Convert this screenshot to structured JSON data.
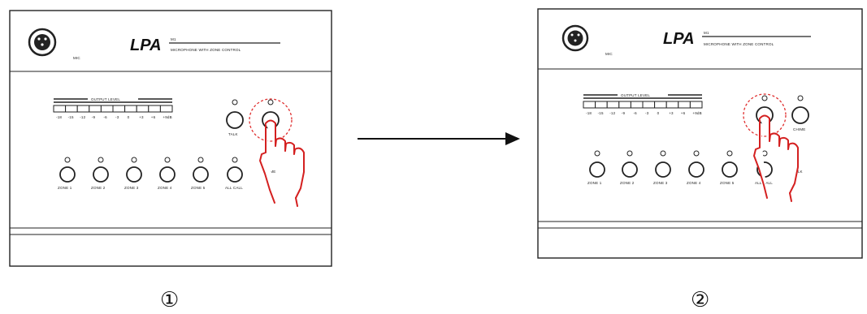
{
  "panel": {
    "brand": "LPA",
    "model": "M1",
    "subtitle": "MICROPHONE WITH ZONE CONTROL",
    "mic_label": "MIC",
    "meter_label": "OUTPUT LEVEL",
    "meter_scale": [
      "-18",
      "-15",
      "-12",
      "-9",
      "-6",
      "-3",
      "0",
      "+3",
      "+6",
      "+9dB"
    ],
    "talk_label": "TALK",
    "chime_label": "CHIME",
    "zones": [
      "ZONE 1",
      "ZONE 2",
      "ZONE 3",
      "ZONE 4",
      "ZONE 5",
      "ALL CALL"
    ]
  },
  "steps": [
    "①",
    "②"
  ],
  "colors": {
    "outline": "#222222",
    "hand": "#d42020",
    "highlight": "#e03030",
    "arrow": "#111111"
  }
}
